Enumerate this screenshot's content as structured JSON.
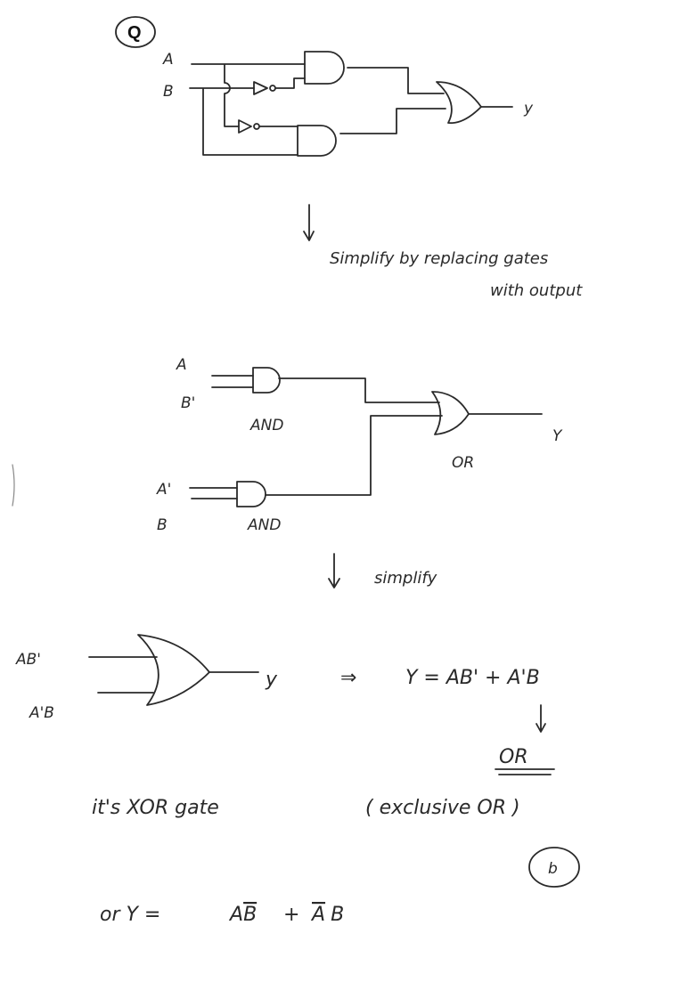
{
  "question_marker": "Q",
  "circuit1": {
    "inputs": [
      "A",
      "B"
    ],
    "output": "y"
  },
  "step1": {
    "line1": "Simplify by replacing gates",
    "line2": "with output"
  },
  "circuit2": {
    "inputs_top": [
      "A",
      "B'"
    ],
    "gate_top": "AND",
    "inputs_bottom": [
      "A'",
      "B"
    ],
    "gate_bottom": "AND",
    "gate_or": "OR",
    "output": "Y"
  },
  "step2": {
    "text": "simplify"
  },
  "circuit3": {
    "inputs": [
      "AB'",
      "A'B"
    ],
    "output": "y"
  },
  "equation": {
    "implies": "⇒",
    "text": "Y = AB' + A'B"
  },
  "or_label": "OR",
  "conclusion": {
    "left": "it's XOR gate",
    "right": "( exclusive OR )"
  },
  "part_marker": "b",
  "alt_equation": {
    "prefix": "or Y =",
    "term1_plain": "A",
    "term1_bar": "B",
    "plus": "+",
    "term2_bar": "A",
    "term2_plain": "B"
  }
}
